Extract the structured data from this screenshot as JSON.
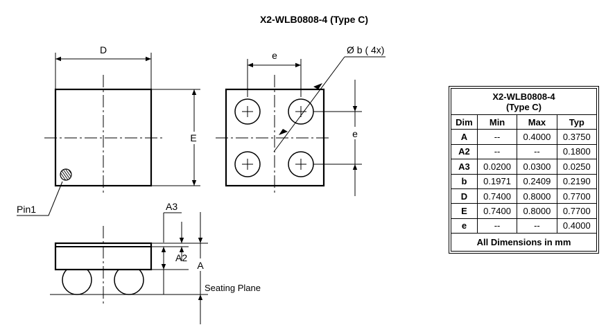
{
  "title": "X2-WLB0808-4 (Type C)",
  "labels": {
    "d": "D",
    "e_upper": "E",
    "e_pitch_top": "e",
    "e_pitch_side": "e",
    "ball": "Ø b (  4x)",
    "pin1": "Pin1",
    "a3": "A3",
    "a2": "A2",
    "a": "A",
    "seating": "Seating Plane"
  },
  "table": {
    "title_line1": "X2-WLB0808-4",
    "title_line2": "(Type C)",
    "headers": [
      "Dim",
      "Min",
      "Max",
      "Typ"
    ],
    "rows": [
      [
        "A",
        "--",
        "0.4000",
        "0.3750"
      ],
      [
        "A2",
        "--",
        "--",
        "0.1800"
      ],
      [
        "A3",
        "0.0200",
        "0.0300",
        "0.0250"
      ],
      [
        "b",
        "0.1971",
        "0.2409",
        "0.2190"
      ],
      [
        "D",
        "0.7400",
        "0.8000",
        "0.7700"
      ],
      [
        "E",
        "0.7400",
        "0.8000",
        "0.7700"
      ],
      [
        "e",
        "--",
        "--",
        "0.4000"
      ]
    ],
    "footer": "All Dimensions in mm"
  }
}
